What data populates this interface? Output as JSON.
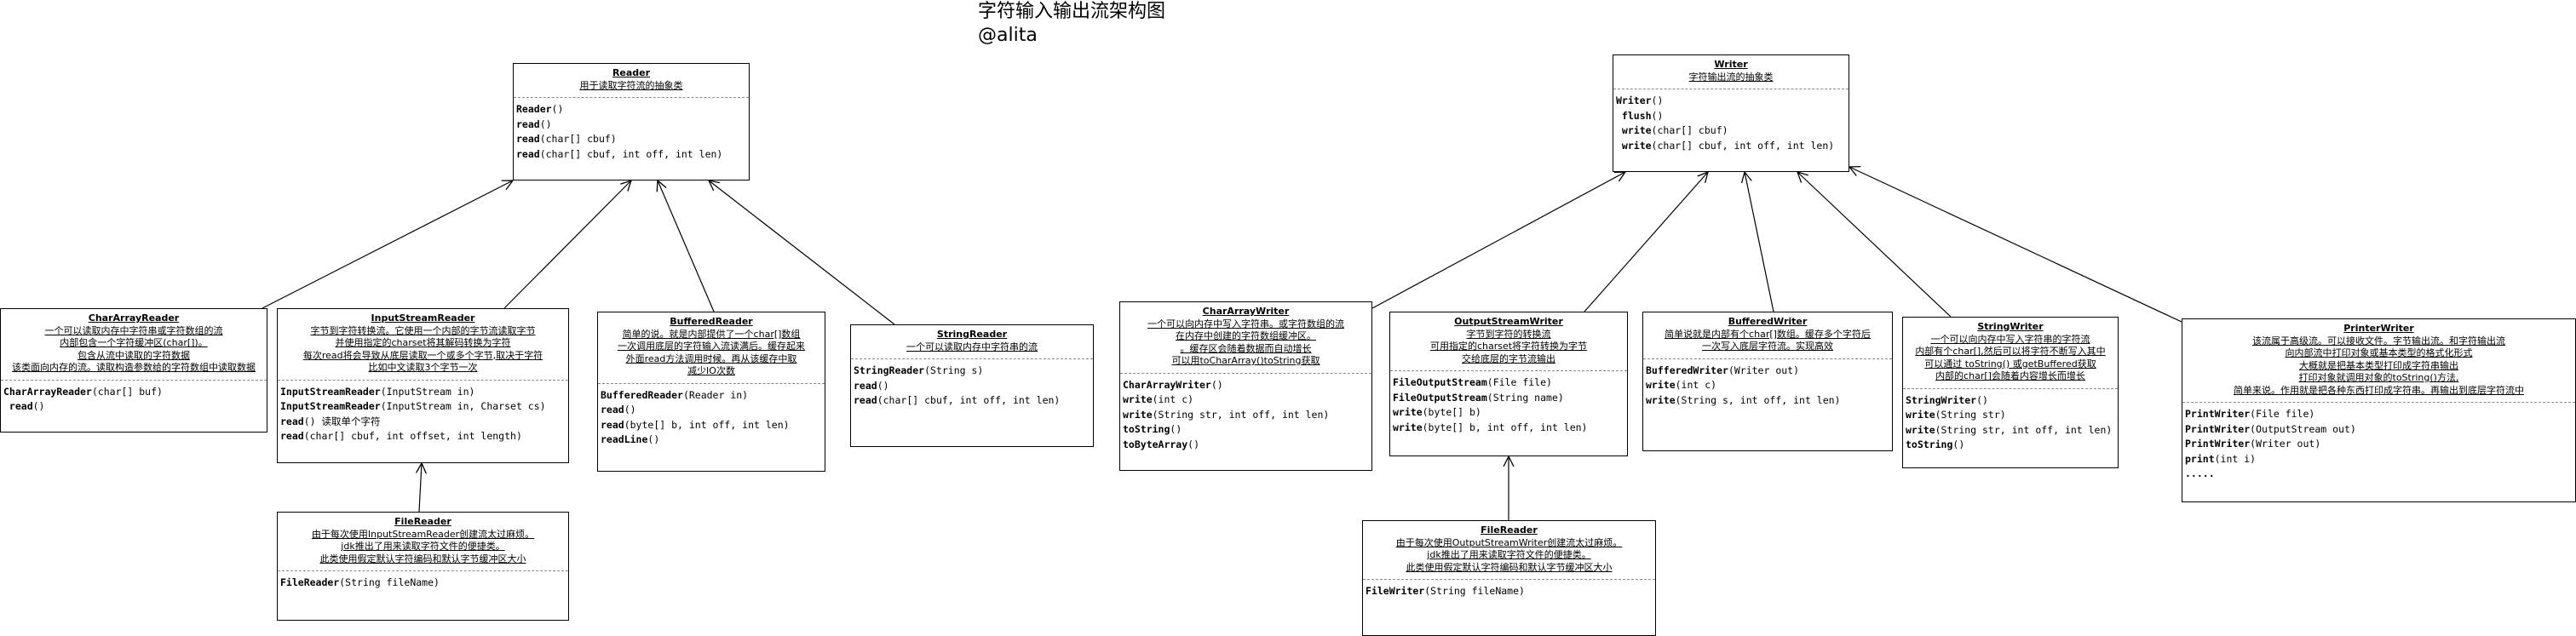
{
  "title": "字符输入输出流架构图",
  "author": "@alita",
  "classes": {
    "reader": {
      "name": "Reader",
      "desc": [
        "用于读取字符流的抽象类"
      ],
      "methods": [
        {
          "n": "Reader",
          "a": "()"
        },
        {
          "n": "read",
          "a": "()"
        },
        {
          "n": "read",
          "a": "(char[] cbuf)"
        },
        {
          "n": "read",
          "a": "(char[] cbuf, int off, int len)"
        }
      ]
    },
    "writer": {
      "name": "Writer",
      "desc": [
        "字符输出流的抽象类"
      ],
      "methods": [
        {
          "n": "Writer",
          "a": "()"
        },
        {
          "n": " flush",
          "a": "()"
        },
        {
          "n": " write",
          "a": "(char[] cbuf)"
        },
        {
          "n": " write",
          "a": "(char[] cbuf, int off, int len)"
        }
      ]
    },
    "charArrayReader": {
      "name": "CharArrayReader",
      "desc": [
        "一个可以读取内存中字符串或字符数组的流",
        "内部包含一个字符缓冲区(char[])。",
        "包含从流中读取的字符数据",
        "该类面向内存的流。读取构造参数给的字符数组中读取数据"
      ],
      "methods": [
        {
          "n": "CharArrayReader",
          "a": "(char[] buf)"
        },
        {
          "n": " read",
          "a": "()"
        }
      ]
    },
    "inputStreamReader": {
      "name": "InputStreamReader",
      "desc": [
        "字节到字符转换流。它使用一个内部的字节流读取字节",
        "并使用指定的charset将其解码转换为字符",
        "每次read将会导致从底层读取一个或多个字节,取决于字符",
        "比如中文读取3个字节一次"
      ],
      "methods": [
        {
          "n": "InputStreamReader",
          "a": "(InputStream in)"
        },
        {
          "n": "InputStreamReader",
          "a": "(InputStream in, Charset cs)"
        },
        {
          "n": "read",
          "a": "() 读取单个字符"
        },
        {
          "n": "read",
          "a": "(char[] cbuf, int offset, int length)"
        }
      ]
    },
    "bufferedReader": {
      "name": "BufferedReader",
      "desc": [
        "简单的说。就是内部提供了一个char[]数组",
        "一次调用底层的字符输入流读满后。缓存起来",
        "外面read方法调用时候。再从该缓存中取",
        "减少IO次数"
      ],
      "methods": [
        {
          "n": "BufferedReader",
          "a": "(Reader in)"
        },
        {
          "n": "read",
          "a": "()"
        },
        {
          "n": "read",
          "a": "(byte[] b, int off, int len)"
        },
        {
          "n": "readLine",
          "a": "()"
        }
      ]
    },
    "stringReader": {
      "name": "StringReader",
      "desc": [
        "一个可以读取内存中字符串的流"
      ],
      "methods": [
        {
          "n": "StringReader",
          "a": "(String s)"
        },
        {
          "n": "read",
          "a": "()"
        },
        {
          "n": "read",
          "a": "(char[] cbuf, int off, int len)"
        }
      ]
    },
    "fileReader": {
      "name": "FileReader",
      "desc": [
        "由于每次使用InputStreamReader创建流太过麻烦。",
        "jdk推出了用来读取字符文件的便捷类。",
        "此类使用假定默认字符编码和默认字节缓冲区大小"
      ],
      "methods": [
        {
          "n": "FileReader",
          "a": "(String fileName)"
        }
      ]
    },
    "charArrayWriter": {
      "name": "CharArrayWriter",
      "desc": [
        "一个可以向内存中写入字符串。或字符数组的流",
        "在内存中创建的字符数组缓冲区。",
        "。缓存区会随着数据而自动增长",
        "可以用toCharArray()toString获取"
      ],
      "methods": [
        {
          "n": "CharArrayWriter",
          "a": "()"
        },
        {
          "n": "write",
          "a": "(int c)"
        },
        {
          "n": "write",
          "a": "(String str, int off, int len)"
        },
        {
          "n": "toString",
          "a": "()"
        },
        {
          "n": "toByteArray",
          "a": "()"
        }
      ]
    },
    "outputStreamWriter": {
      "name": "OutputStreamWriter",
      "desc": [
        "字节到字符的转换流",
        "可用指定的charset将字符转换为字节",
        "交给底层的字节流输出"
      ],
      "methods": [
        {
          "n": "FileOutputStream",
          "a": "(File file)"
        },
        {
          "n": "FileOutputStream",
          "a": "(String name)"
        },
        {
          "n": "write",
          "a": "(byte[] b)"
        },
        {
          "n": "write",
          "a": "(byte[] b, int off, int len)"
        }
      ]
    },
    "bufferedWriter": {
      "name": "BufferedWriter",
      "desc": [
        "简单说就是内部有个char[]数组。缓存多个字符后",
        "一次写入底层字符流。实现高效"
      ],
      "methods": [
        {
          "n": "BufferedWriter",
          "a": "(Writer out)"
        },
        {
          "n": "write",
          "a": "(int c)"
        },
        {
          "n": "write",
          "a": "(String s, int off, int len)"
        }
      ]
    },
    "stringWriter": {
      "name": "StringWriter",
      "desc": [
        "一个可以向内存中写入字符串的字符流",
        "内部有个char[],然后可以将字符不断写入其中",
        "可以通过 toString() 或getBuffered获取",
        "内部的char[]会随着内容增长而增长"
      ],
      "methods": [
        {
          "n": "StringWriter",
          "a": "()"
        },
        {
          "n": "write",
          "a": "(String str)"
        },
        {
          "n": "write",
          "a": "(String str, int off, int len)"
        },
        {
          "n": "toString",
          "a": "()"
        }
      ]
    },
    "printerWriter": {
      "name": "PrinterWriter",
      "desc": [
        "该流属于高级流。可以接收文件。字节输出流。和字符输出流",
        "向内部流中打印对象或基本类型的格式化形式",
        "大概就是把基本类型打印成字符串输出",
        "打印对象就调用对象的toString()方法,",
        "简单来说。作用就是把各种东西打印成字符串。再输出到底层字符流中"
      ],
      "methods": [
        {
          "n": "PrintWriter",
          "a": "(File file)"
        },
        {
          "n": "PrintWriter",
          "a": "(OutputStream out)"
        },
        {
          "n": "PrintWriter",
          "a": "(Writer out)"
        },
        {
          "n": "print",
          "a": "(int i)"
        },
        {
          "n": ".....",
          "a": ""
        }
      ]
    },
    "fileWriter": {
      "name": "FileReader",
      "desc": [
        "由于每次使用OutputStreamWriter创建流太过麻烦。",
        "jdk推出了用来读取字符文件的便捷类。",
        "此类使用假定默认字符编码和默认字节缓冲区大小"
      ],
      "methods": [
        {
          "n": "FileWriter",
          "a": "(String fileName)"
        }
      ]
    }
  },
  "edges": [
    [
      "charArrayReader",
      "reader"
    ],
    [
      "inputStreamReader",
      "reader"
    ],
    [
      "bufferedReader",
      "reader"
    ],
    [
      "stringReader",
      "reader"
    ],
    [
      "fileReader",
      "inputStreamReader"
    ],
    [
      "charArrayWriter",
      "writer"
    ],
    [
      "outputStreamWriter",
      "writer"
    ],
    [
      "bufferedWriter",
      "writer"
    ],
    [
      "stringWriter",
      "writer"
    ],
    [
      "printerWriter",
      "writer"
    ],
    [
      "fileWriter",
      "outputStreamWriter"
    ]
  ]
}
